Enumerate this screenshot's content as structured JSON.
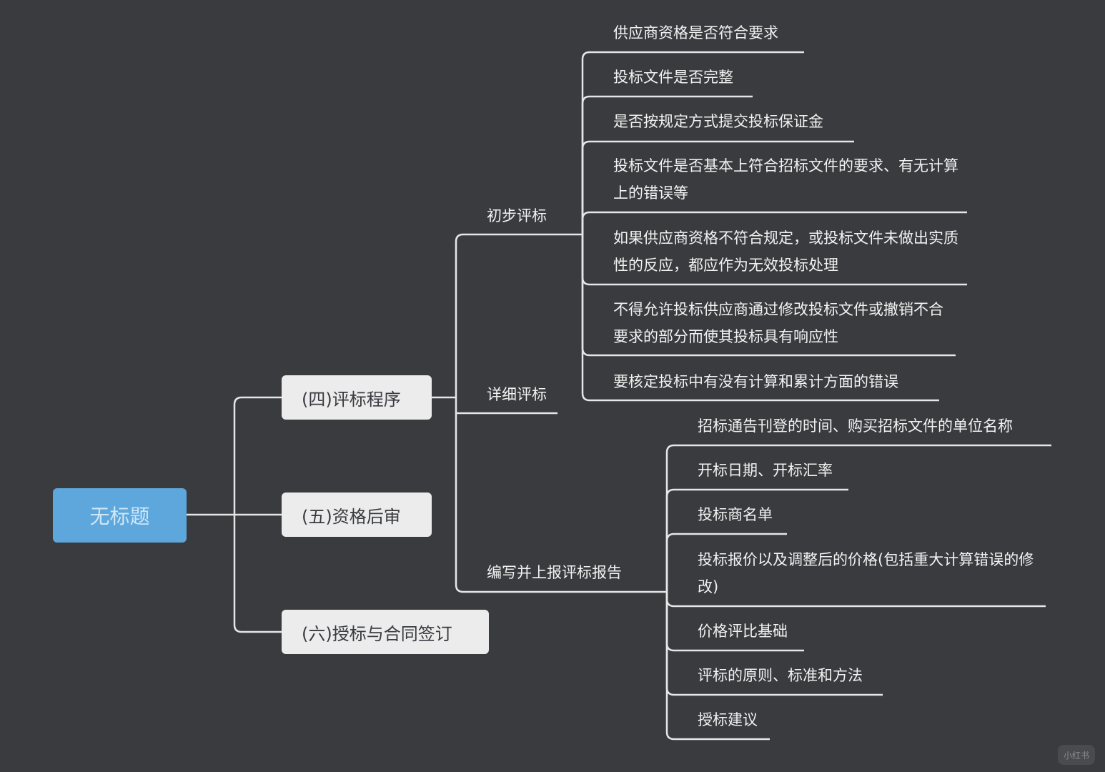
{
  "root": {
    "label": "无标题"
  },
  "branches": [
    {
      "label": "(四)评标程序",
      "children": [
        {
          "label": "初步评标",
          "children": [
            "供应商资格是否符合要求",
            "投标文件是否完整",
            "是否按规定方式提交投标保证金",
            "投标文件是否基本上符合招标文件的要求、有无计算上的错误等",
            "如果供应商资格不符合规定，或投标文件未做出实质性的反应，都应作为无效投标处理",
            "不得允许投标供应商通过修改投标文件或撤销不合要求的部分而使其投标具有响应性",
            "要核定投标中有没有计算和累计方面的错误"
          ]
        },
        {
          "label": "详细评标",
          "children": []
        },
        {
          "label": "编写并上报评标报告",
          "children": [
            "招标通告刊登的时间、购买招标文件的单位名称",
            "开标日期、开标汇率",
            "投标商名单",
            "投标报价以及调整后的价格(包括重大计算错误的修改)",
            "价格评比基础",
            "评标的原则、标准和方法",
            "授标建议"
          ]
        }
      ]
    },
    {
      "label": "(五)资格后审",
      "children": []
    },
    {
      "label": "(六)授标与合同签订",
      "children": []
    }
  ],
  "watermark": "小红书",
  "colors": {
    "background": "#3a3b3f",
    "root_fill": "#5da7dd",
    "branch_fill": "#ececec",
    "line": "#e6e6e6",
    "text": "#f2f2f2"
  }
}
